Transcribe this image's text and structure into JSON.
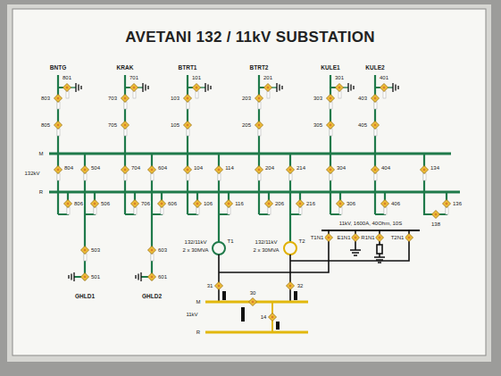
{
  "diagram": {
    "title": "AVETANI 132 / 11kV SUBSTATION",
    "labels": [
      "BNTG",
      "801",
      "803",
      "805",
      "KRAK",
      "701",
      "703",
      "705",
      "BTRT1",
      "101",
      "103",
      "105",
      "BTRT2",
      "201",
      "203",
      "205",
      "KULE1",
      "301",
      "303",
      "305",
      "KULE2",
      "401",
      "403",
      "405",
      "M",
      "132kV",
      "R",
      "804",
      "806",
      "504",
      "506",
      "704",
      "706",
      "604",
      "606",
      "104",
      "106",
      "114",
      "116",
      "204",
      "206",
      "214",
      "216",
      "304",
      "306",
      "404",
      "406",
      "134",
      "138",
      "136",
      "503",
      "501",
      "GHLD1",
      "603",
      "601",
      "GHLD2",
      "132/11kV",
      "2 x 30MVA",
      "T1",
      "T2",
      "132/11kV",
      "2 x 30MVA",
      "11kV, 1600A, 40Ohm, 10S",
      "T1N1",
      "E1N1",
      "R1N1",
      "T2N1",
      "31",
      "30",
      "32",
      "M",
      "11kV",
      "14",
      "R"
    ]
  }
}
